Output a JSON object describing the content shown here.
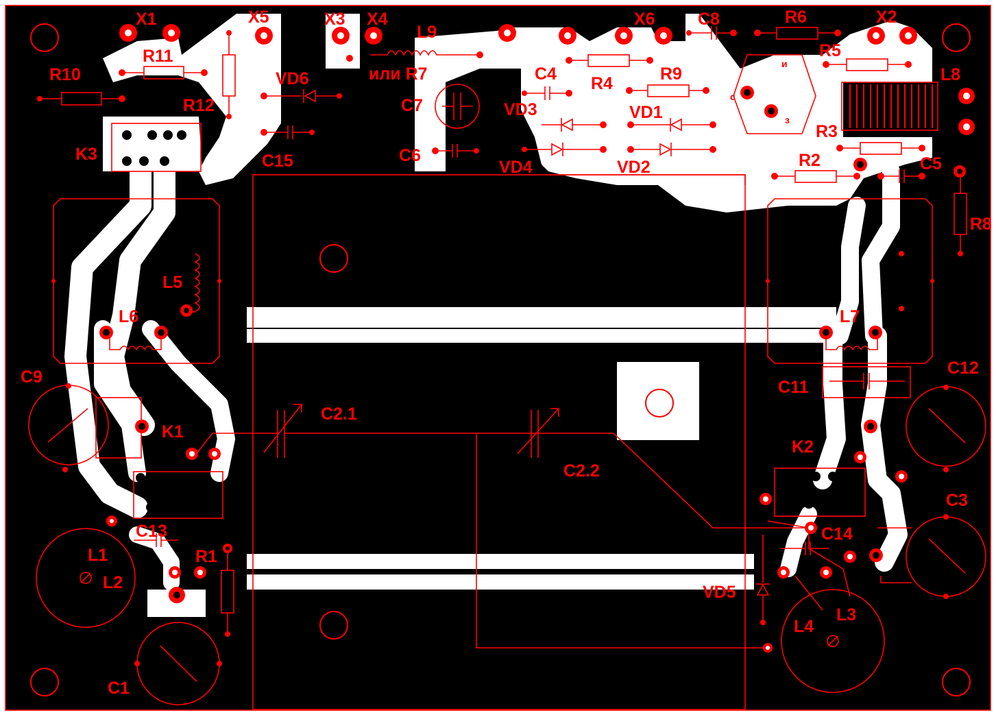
{
  "diagram": {
    "colors": {
      "board": "#000000",
      "copper": "#ffffff",
      "silk": "#ff0000"
    },
    "labels": {
      "X1": "X1",
      "X5": "X5",
      "X3": "X3",
      "X4": "X4",
      "L9": "L9",
      "R7": "или R7",
      "X6": "X6",
      "C8": "C8",
      "R6": "R6",
      "X2": "X2",
      "R5": "R5",
      "L8": "L8",
      "R10": "R10",
      "R11": "R11",
      "R12": "R12",
      "VD6": "VD6",
      "K3": "K3",
      "C15": "C15",
      "C7": "C7",
      "C6": "C6",
      "C4": "C4",
      "R4": "R4",
      "R9": "R9",
      "VD3": "VD3",
      "VD1": "VD1",
      "VD4": "VD4",
      "VD2": "VD2",
      "R3": "R3",
      "R2": "R2",
      "C5": "C5",
      "R8": "R8",
      "L5": "L5",
      "L6": "L6",
      "L7": "L7",
      "C9": "C9",
      "C11": "C11",
      "C12": "C12",
      "C2_1": "C2.1",
      "C2_2": "C2.2",
      "K1": "K1",
      "K2": "K2",
      "C3": "C3",
      "C13": "C13",
      "C14": "C14",
      "L1": "L1",
      "L2": "L2",
      "R1": "R1",
      "VD5": "VD5",
      "L4": "L4",
      "L3": "L3",
      "C1": "C1"
    },
    "pin_marks": {
      "i": "и",
      "s": "с",
      "z": "з"
    }
  }
}
